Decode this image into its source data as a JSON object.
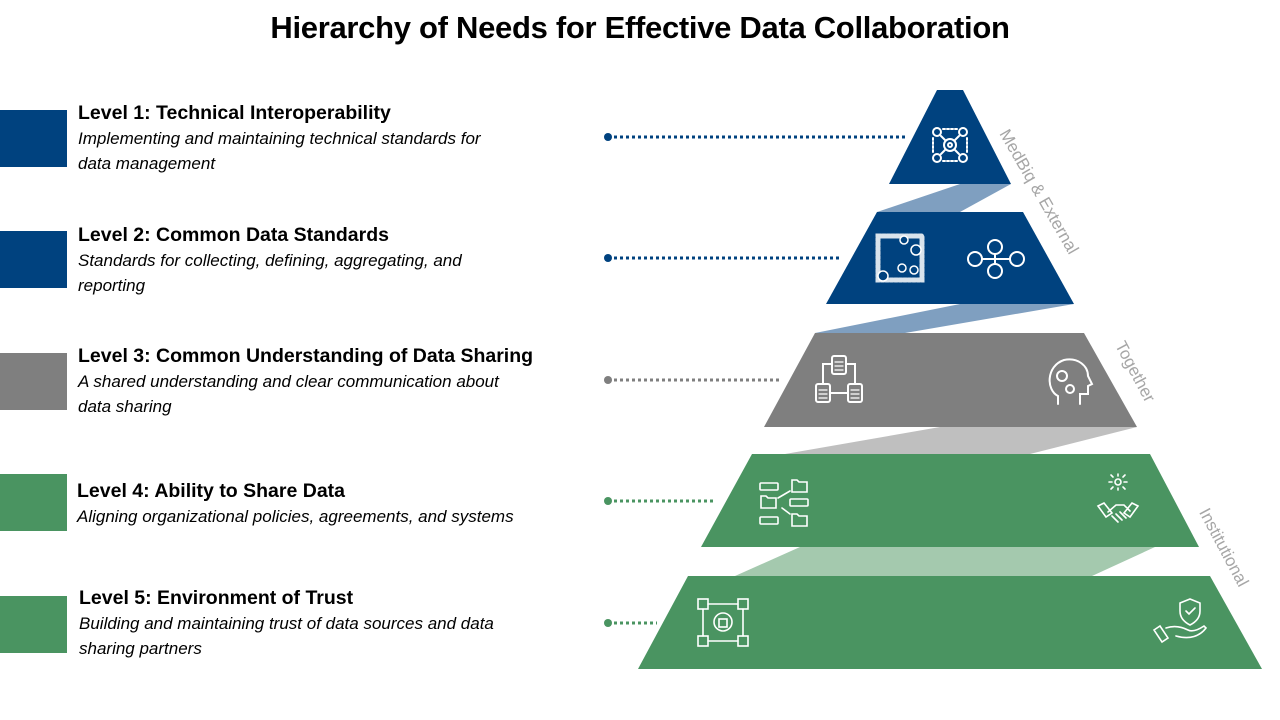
{
  "title": "Hierarchy of Needs for Effective Data Collaboration",
  "colors": {
    "blue": "#00427f",
    "blue_band": "#7f9fc0",
    "gray": "#7f7f7f",
    "gray_band": "#bfbfbf",
    "green": "#4a9461",
    "green_band": "#a4c9ae",
    "side_label": "#a6a6a6"
  },
  "levels": [
    {
      "title": "Level 1: Technical Interoperability",
      "desc_lines": [
        "Implementing and maintaining technical standards for",
        "data management"
      ],
      "color": "#00427f",
      "icons": [
        "network-gears-icon"
      ]
    },
    {
      "title": "Level 2: Common Data Standards",
      "desc_lines": [
        "Standards for collecting, defining, aggregating, and",
        "reporting"
      ],
      "color": "#00427f",
      "icons": [
        "binary-data-icon",
        "connected-users-icon"
      ]
    },
    {
      "title": "Level 3: Common Understanding of Data Sharing",
      "desc_lines": [
        "A shared understanding and clear communication about",
        "data sharing"
      ],
      "color": "#7f7f7f",
      "icons": [
        "document-hierarchy-icon",
        "head-gears-icon"
      ]
    },
    {
      "title": "Level 4: Ability to Share Data",
      "desc_lines": [
        "Aligning organizational policies, agreements, and systems"
      ],
      "color": "#4a9461",
      "icons": [
        "file-transfer-icon",
        "handshake-data-icon"
      ]
    },
    {
      "title": "Level 5: Environment of Trust",
      "desc_lines": [
        "Building and maintaining trust of data sources and data",
        "sharing partners"
      ],
      "color": "#4a9461",
      "icons": [
        "blockchain-lock-icon",
        "hand-shield-icon"
      ]
    }
  ],
  "side_labels": [
    "MedBiq & External",
    "Together",
    "Institutional"
  ]
}
